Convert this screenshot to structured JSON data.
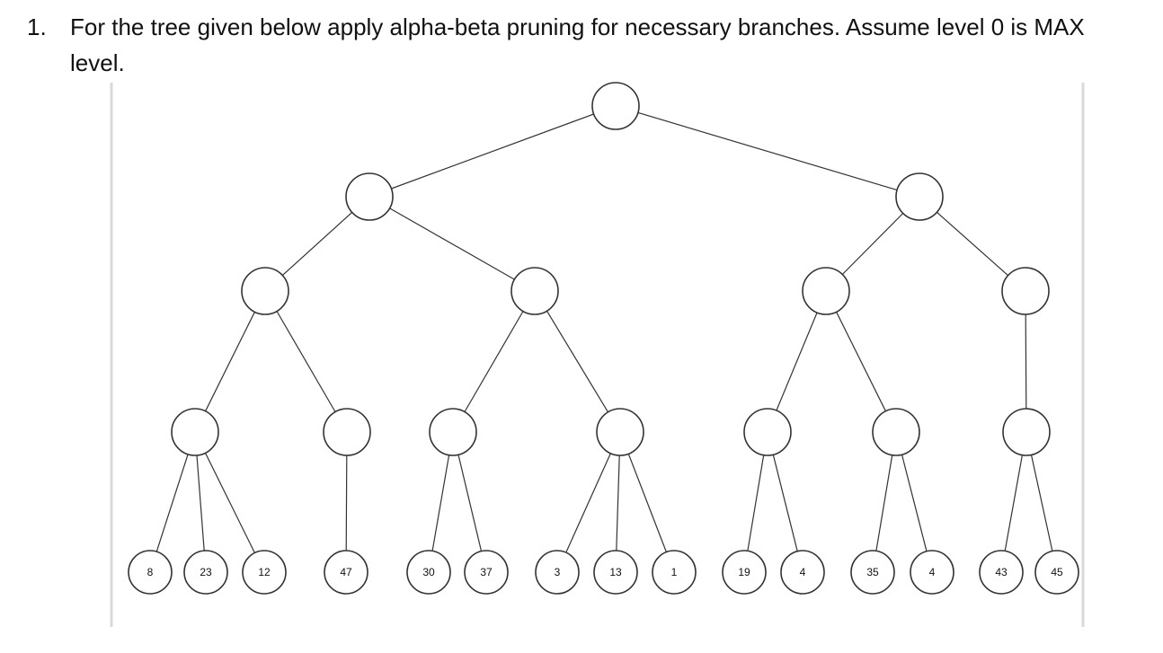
{
  "question": {
    "number": "1.",
    "text": "For the tree given below apply alpha-beta pruning for necessary branches. Assume level 0 is MAX level."
  },
  "tree": {
    "root": {
      "children": [
        {
          "children": [
            {
              "children": [
                {
                  "children": [
                    {
                      "value": "8"
                    },
                    {
                      "value": "23"
                    },
                    {
                      "value": "12"
                    }
                  ]
                },
                {
                  "children": [
                    {
                      "value": "47"
                    }
                  ]
                }
              ]
            },
            {
              "children": [
                {
                  "children": [
                    {
                      "value": "30"
                    },
                    {
                      "value": "37"
                    }
                  ]
                },
                {
                  "children": [
                    {
                      "value": "3"
                    },
                    {
                      "value": "13"
                    },
                    {
                      "value": "1"
                    }
                  ]
                }
              ]
            }
          ]
        },
        {
          "children": [
            {
              "children": [
                {
                  "children": [
                    {
                      "value": "19"
                    },
                    {
                      "value": "4"
                    }
                  ]
                },
                {
                  "children": [
                    {
                      "value": "35"
                    },
                    {
                      "value": "4"
                    }
                  ]
                }
              ]
            },
            {
              "children": [
                {
                  "children": [
                    {
                      "value": "43"
                    },
                    {
                      "value": "45"
                    }
                  ]
                }
              ]
            }
          ]
        }
      ]
    }
  }
}
